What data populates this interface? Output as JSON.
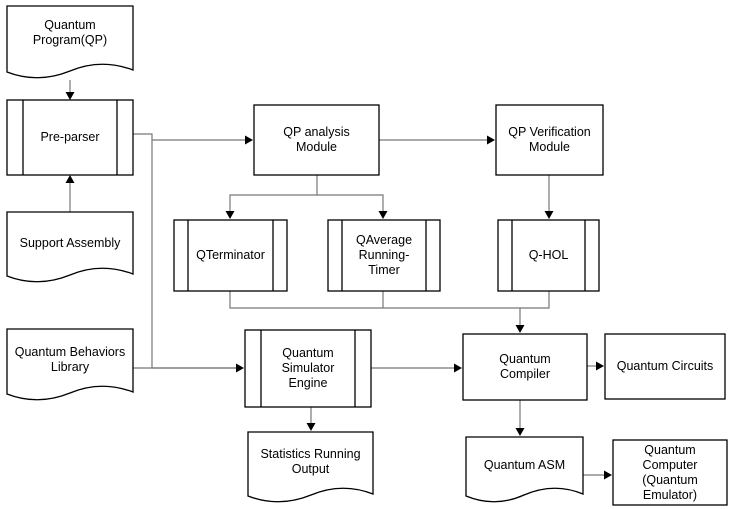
{
  "nodes": {
    "quantum_program": "Quantum\nProgram(QP)",
    "pre_parser": "Pre-parser",
    "support_assembly": "Support Assembly",
    "quantum_behaviors_library": "Quantum Behaviors\nLibrary",
    "qp_analysis_module": "QP analysis\nModule",
    "qp_verification_module": "QP Verification\nModule",
    "qterminator": "QTerminator",
    "qaverage_running_timer": "QAverage\nRunning-\nTimer",
    "q_hol": "Q-HOL",
    "quantum_simulator_engine": "Quantum\nSimulator\nEngine",
    "quantum_compiler": "Quantum\nCompiler",
    "quantum_circuits": "Quantum Circuits",
    "statistics_running_output": "Statistics Running\nOutput",
    "quantum_asm": "Quantum ASM",
    "quantum_computer": "Quantum\nComputer\n(Quantum\nEmulator)"
  },
  "colors": {
    "stroke": "#000000",
    "edge": "#777777",
    "fill": "#ffffff"
  }
}
